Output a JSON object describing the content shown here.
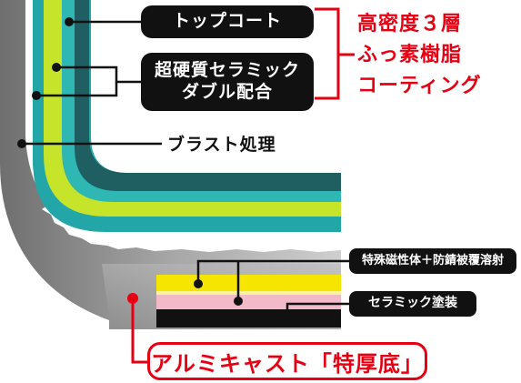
{
  "labels": {
    "top_coat": "トップコート",
    "ceramic_line1": "超硬質セラミック",
    "ceramic_line2": "ダブル配合",
    "blast": "ブラスト処理",
    "magnetic": "特殊磁性体＋防錆被覆溶射",
    "ceramic_paint": "セラミック塗装",
    "aluminum": "アルミキャスト「特厚底」"
  },
  "fluoro": {
    "line1": "高密度３層",
    "line2": "ふっ素樹脂",
    "line3": "コーティング"
  },
  "colors": {
    "teal_dark": "#1f5f62",
    "teal": "#22a6a8",
    "lime": "#c6e52a",
    "aluminum_gray": "#8a8a8a",
    "aluminum_light": "#c9c9c9",
    "yellow": "#f5e500",
    "pink": "#f2b9c9",
    "black": "#111111",
    "accent_red": "#e60012"
  },
  "icons": [
    "bullet-dot-icon",
    "red-dot-icon",
    "bracket-icon"
  ]
}
